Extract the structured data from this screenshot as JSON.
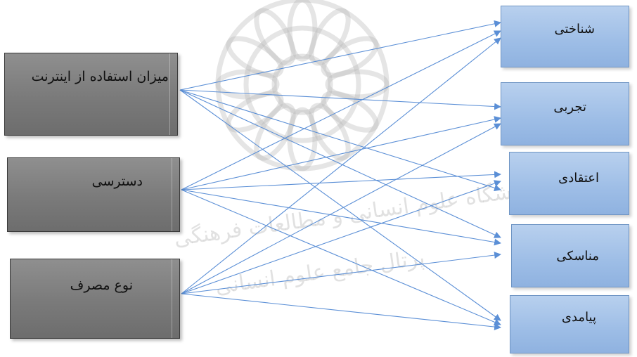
{
  "sources": [
    {
      "id": "internet_use",
      "label": "میزان استفاده از اینترنت"
    },
    {
      "id": "access",
      "label": "دسترسی"
    },
    {
      "id": "consumption_type",
      "label": "نوع مصرف"
    }
  ],
  "targets": [
    {
      "id": "cognitive",
      "label": "شناختی"
    },
    {
      "id": "experiential",
      "label": "تجربی"
    },
    {
      "id": "belief",
      "label": "اعتقادی"
    },
    {
      "id": "ritual",
      "label": "مناسکی"
    },
    {
      "id": "consequential",
      "label": "پیامدی"
    }
  ],
  "edges": [
    {
      "from": "internet_use",
      "to": "cognitive"
    },
    {
      "from": "internet_use",
      "to": "experiential"
    },
    {
      "from": "internet_use",
      "to": "belief"
    },
    {
      "from": "internet_use",
      "to": "ritual"
    },
    {
      "from": "internet_use",
      "to": "consequential"
    },
    {
      "from": "access",
      "to": "cognitive"
    },
    {
      "from": "access",
      "to": "experiential"
    },
    {
      "from": "access",
      "to": "belief"
    },
    {
      "from": "access",
      "to": "ritual"
    },
    {
      "from": "access",
      "to": "consequential"
    },
    {
      "from": "consumption_type",
      "to": "cognitive"
    },
    {
      "from": "consumption_type",
      "to": "experiential"
    },
    {
      "from": "consumption_type",
      "to": "belief"
    },
    {
      "from": "consumption_type",
      "to": "ritual"
    },
    {
      "from": "consumption_type",
      "to": "consequential"
    }
  ],
  "watermark": {
    "line1": "پژوهشگاه علوم انسانی و مطالعات فرهنگی",
    "line2": "پرتال جامع علوم انسانی"
  },
  "colors": {
    "arrow": "#5b8fd6",
    "source_fill": "#7f7f7f",
    "target_fill": "#a6c3ea"
  }
}
